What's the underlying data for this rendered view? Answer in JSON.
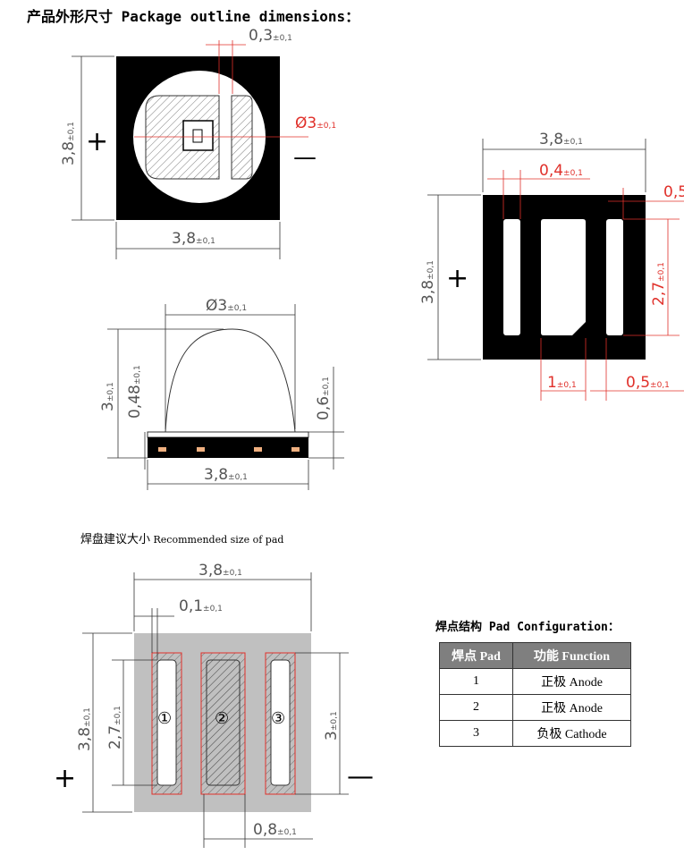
{
  "title": "产品外形尺寸 Package outline dimensions：",
  "top_view": {
    "pad_gap": {
      "value": "0,3",
      "tol": "±0,1"
    },
    "lens_dia": {
      "value": "Ø3",
      "tol": "±0,1"
    },
    "height": {
      "value": "3,8",
      "tol": "±0,1"
    },
    "width": {
      "value": "3,8",
      "tol": "±0,1"
    },
    "plus": "+",
    "minus": "—"
  },
  "side_view": {
    "lens_dia": {
      "value": "Ø3",
      "tol": "±0,1"
    },
    "total_height": {
      "value": "3",
      "tol": "±0,1"
    },
    "base_height": {
      "value": "0,48",
      "tol": "±0,1"
    },
    "body_height": {
      "value": "0,6",
      "tol": "±0,1"
    },
    "width": {
      "value": "3,8",
      "tol": "±0,1"
    }
  },
  "bottom_view": {
    "width": {
      "value": "3,8",
      "tol": "±0,1"
    },
    "pad_width": {
      "value": "0,4",
      "tol": "±0,1"
    },
    "edge": {
      "value": "0,5",
      "tol": ""
    },
    "pad_length": {
      "value": "2,7",
      "tol": "±0,1"
    },
    "height": {
      "value": "3,8",
      "tol": "±0,1"
    },
    "center_pad": {
      "value": "1",
      "tol": "±0,1"
    },
    "right_gap": {
      "value": "0,5",
      "tol": "±0,1"
    },
    "plus": "+"
  },
  "recommended": {
    "subtitle_cn": "焊盘建议大小",
    "subtitle_en": "Recommended size of pad",
    "width": {
      "value": "3,8",
      "tol": "±0,1"
    },
    "margin": {
      "value": "0,1",
      "tol": "±0,1"
    },
    "height": {
      "value": "3,8",
      "tol": "±0,1"
    },
    "inner_length": {
      "value": "2,7",
      "tol": "±0,1"
    },
    "pad_length": {
      "value": "3",
      "tol": "±0,1"
    },
    "gap": {
      "value": "0,8",
      "tol": "±0,1"
    },
    "pad_labels": [
      "①",
      "②",
      "③"
    ],
    "plus": "+",
    "minus": "—"
  },
  "pad_config": {
    "title": "焊点结构 Pad Configuration：",
    "headers": [
      "焊点 Pad",
      "功能 Function"
    ],
    "rows": [
      {
        "pad": "1",
        "function": "正极 Anode"
      },
      {
        "pad": "2",
        "function": "正极 Anode"
      },
      {
        "pad": "3",
        "function": "负极 Cathode"
      }
    ],
    "header_color": "#7f7f7f"
  },
  "colors": {
    "dimension_red": "#e0302a",
    "pad_orange": "#f0b080",
    "board_gray": "#c0c0c0"
  }
}
